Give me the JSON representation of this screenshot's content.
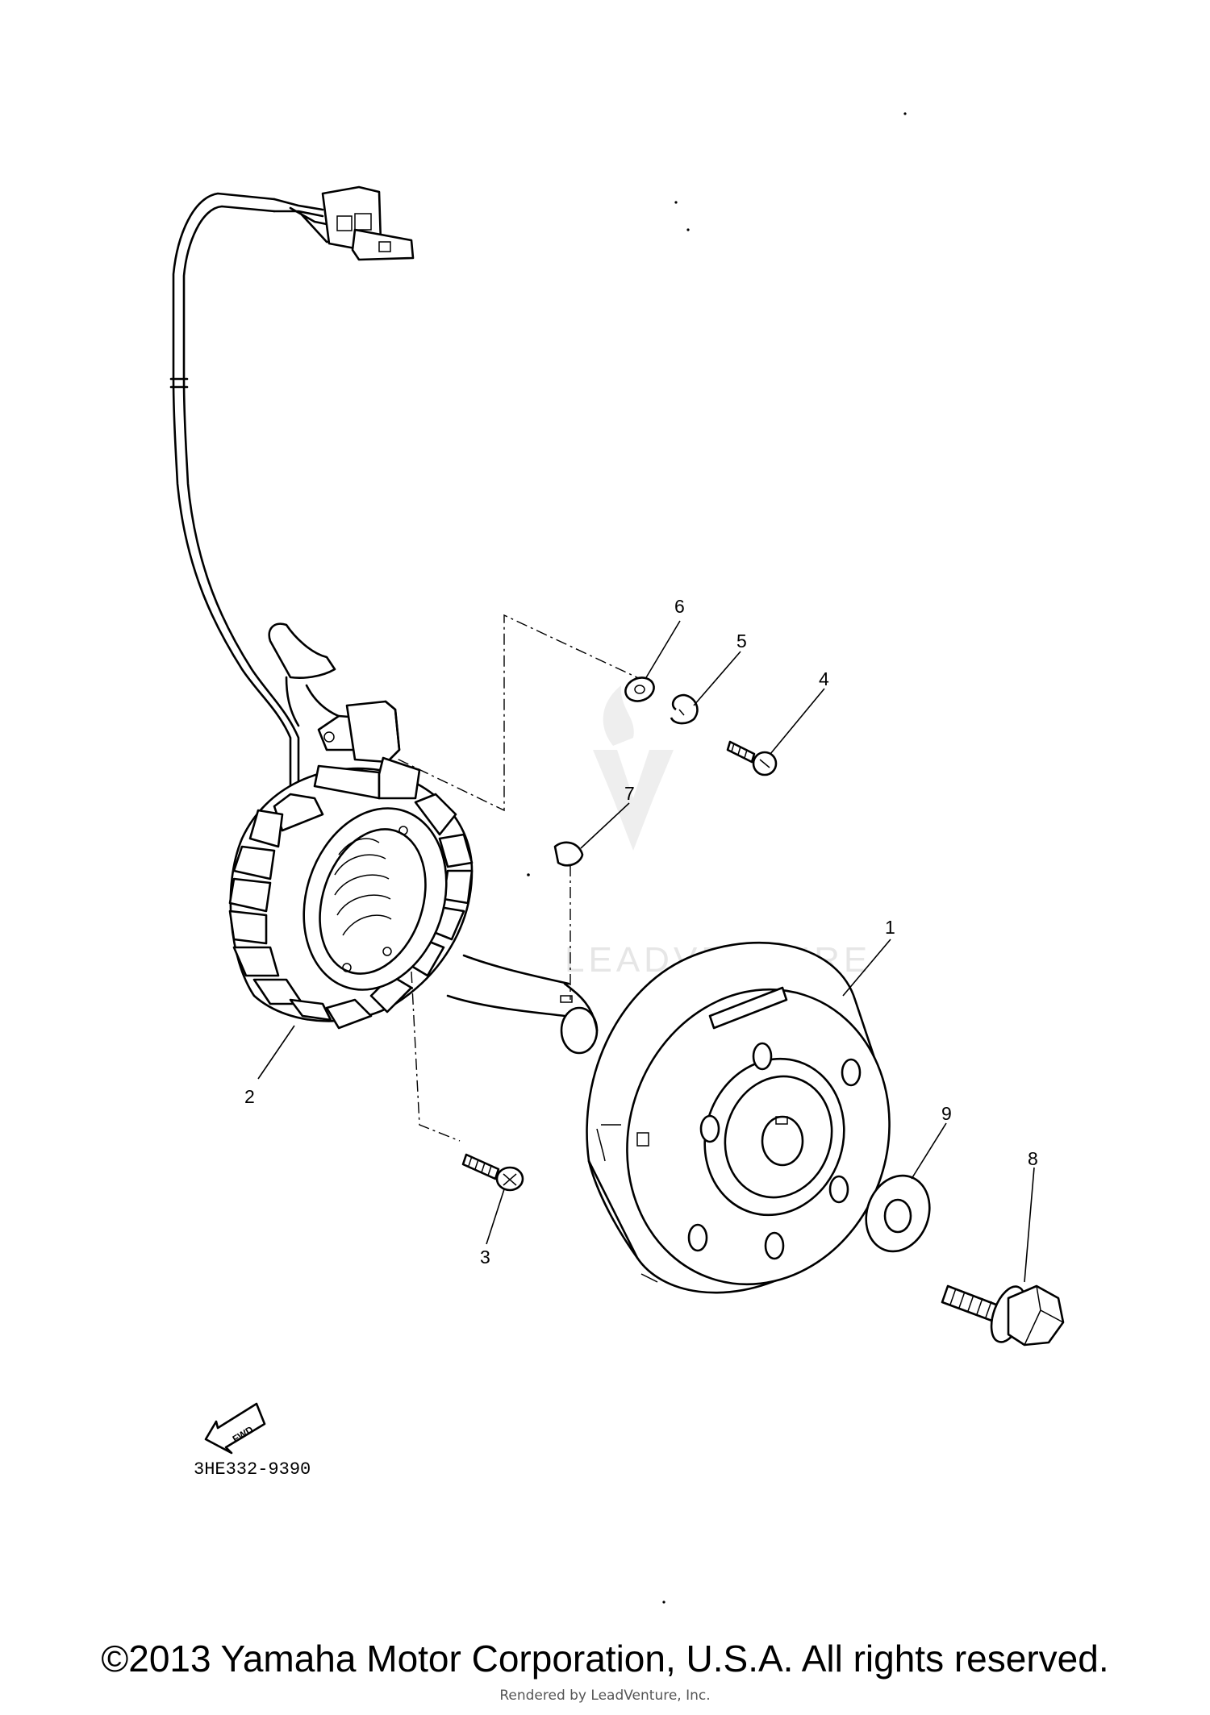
{
  "diagram": {
    "callouts": [
      {
        "id": "1",
        "label": "1"
      },
      {
        "id": "2",
        "label": "2"
      },
      {
        "id": "3",
        "label": "3"
      },
      {
        "id": "4",
        "label": "4"
      },
      {
        "id": "5",
        "label": "5"
      },
      {
        "id": "6",
        "label": "6"
      },
      {
        "id": "7",
        "label": "7"
      },
      {
        "id": "8",
        "label": "8"
      },
      {
        "id": "9",
        "label": "9"
      }
    ],
    "fwd_arrow_label": "FWD",
    "part_number": "3HE332-9390",
    "watermark_text": "LEADVENTURE"
  },
  "footer": {
    "copyright": "©2013 Yamaha Motor Corporation, U.S.A. All rights reserved.",
    "rendered_by": "Rendered by LeadVenture, Inc."
  }
}
